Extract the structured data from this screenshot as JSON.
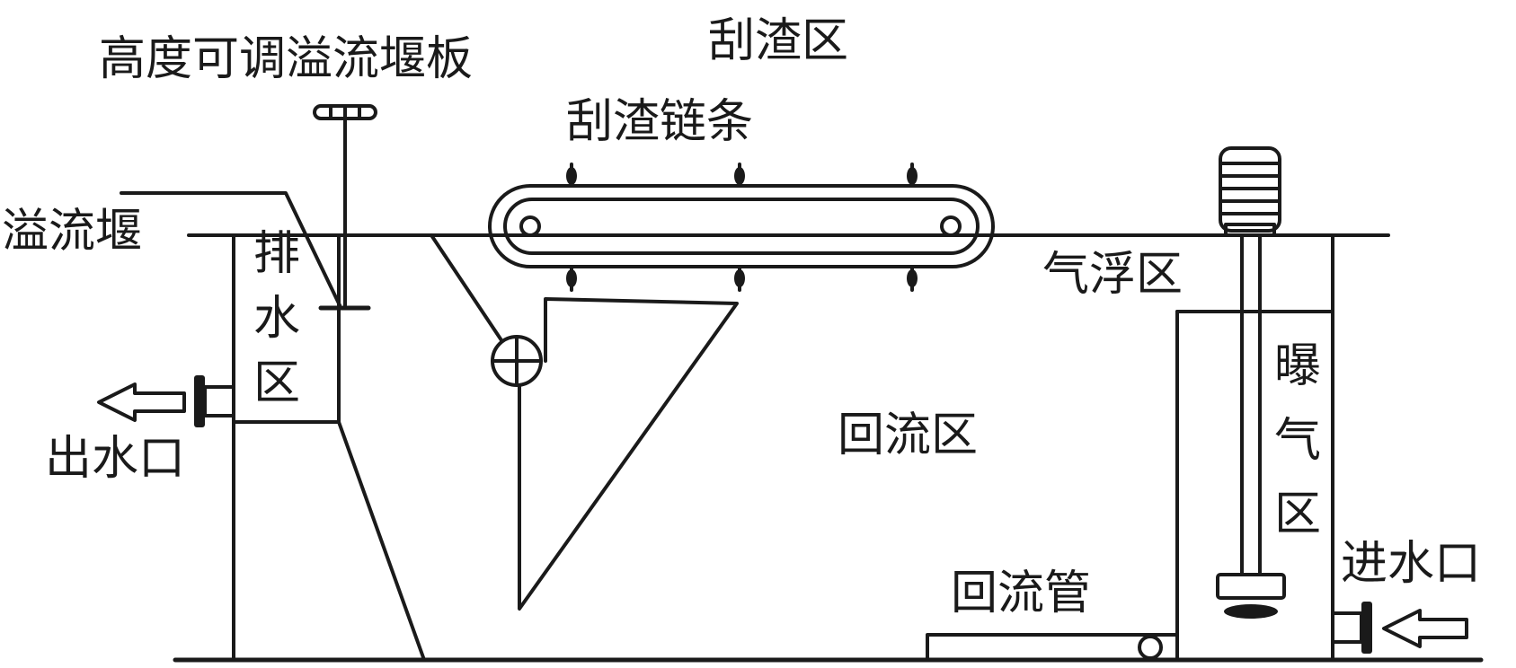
{
  "diagram": {
    "labels": {
      "adjustable_weir_plate": "高度可调溢流堰板",
      "skimming_zone": "刮渣区",
      "skimming_chain": "刮渣链条",
      "overflow_weir": "溢流堰",
      "flotation_zone": "气浮区",
      "drainage_zone": [
        "排",
        "水",
        "区"
      ],
      "outlet": "出水口",
      "return_zone": "回流区",
      "aeration_zone": [
        "曝",
        "气",
        "区"
      ],
      "return_pipe": "回流管",
      "inlet": "进水口"
    }
  }
}
